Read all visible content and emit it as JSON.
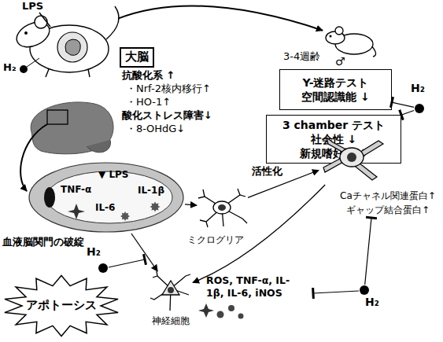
{
  "diagram": {
    "nodes": [
      {
        "text": [
          "LPS",
          "H₂"
        ]
      },
      {
        "text": [
          "3-4週齢",
          "♂"
        ]
      },
      {
        "text": [
          "大脳"
        ]
      },
      {
        "text": [
          "Y-迷路テスト",
          "空間認識能 ↓"
        ]
      },
      {
        "text": [
          "3 chamber テスト",
          "社会性 ↓",
          "新規嗜好性 ↓"
        ]
      },
      {
        "text": [
          "H₂"
        ]
      },
      {
        "text": [
          "▼ LPS",
          "TNF-α",
          "IL-1β",
          "IL-6"
        ]
      },
      {
        "text": [
          "H₂"
        ]
      },
      {
        "text": [
          "ミクログリア"
        ]
      },
      {
        "text": [
          "Caチャネル関連蛋白↑",
          "ギャップ結合蛋白↑"
        ]
      },
      {
        "text": [
          "H₂"
        ]
      },
      {
        "text": [
          "神経細胞"
        ]
      },
      {
        "text": [
          "アポトーシス"
        ]
      }
    ],
    "edges": [
      {
        "from": 0,
        "to": 1,
        "arrow": "to"
      },
      {
        "from": 5,
        "to": 3,
        "arrow": "to"
      },
      {
        "from": 5,
        "to": 4,
        "arrow": "to"
      },
      {
        "from": 6,
        "to": 8,
        "arrow": "to"
      },
      {
        "from": 6,
        "to": 11,
        "arrow": "to"
      },
      {
        "from": 8,
        "to": 9,
        "label": "活性化",
        "arrow": "to"
      },
      {
        "from": 9,
        "to": 11,
        "arrow": "to"
      },
      {
        "from": 10,
        "to": 9,
        "arrow": "to"
      }
    ],
    "labels": [
      "抗酸化系 ↑",
      "・Nrf-2核内移行↑",
      "・HO-1↑",
      "酸化ストレス障害↓",
      "・8-OHdG↓",
      "血液脳関門の破綻",
      "ROS, TNF-α, IL-1β, IL-6, iNOS"
    ]
  }
}
